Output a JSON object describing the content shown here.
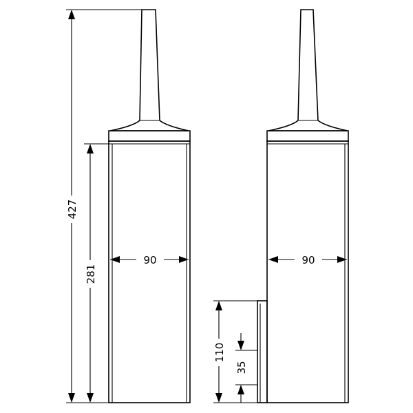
{
  "dimensions": {
    "total_height": "427",
    "container_height": "281",
    "width_left": "90",
    "width_right": "90",
    "holder_height": "110",
    "holder_offset": "35"
  },
  "colors": {
    "line": "#000000",
    "background": "#ffffff"
  }
}
